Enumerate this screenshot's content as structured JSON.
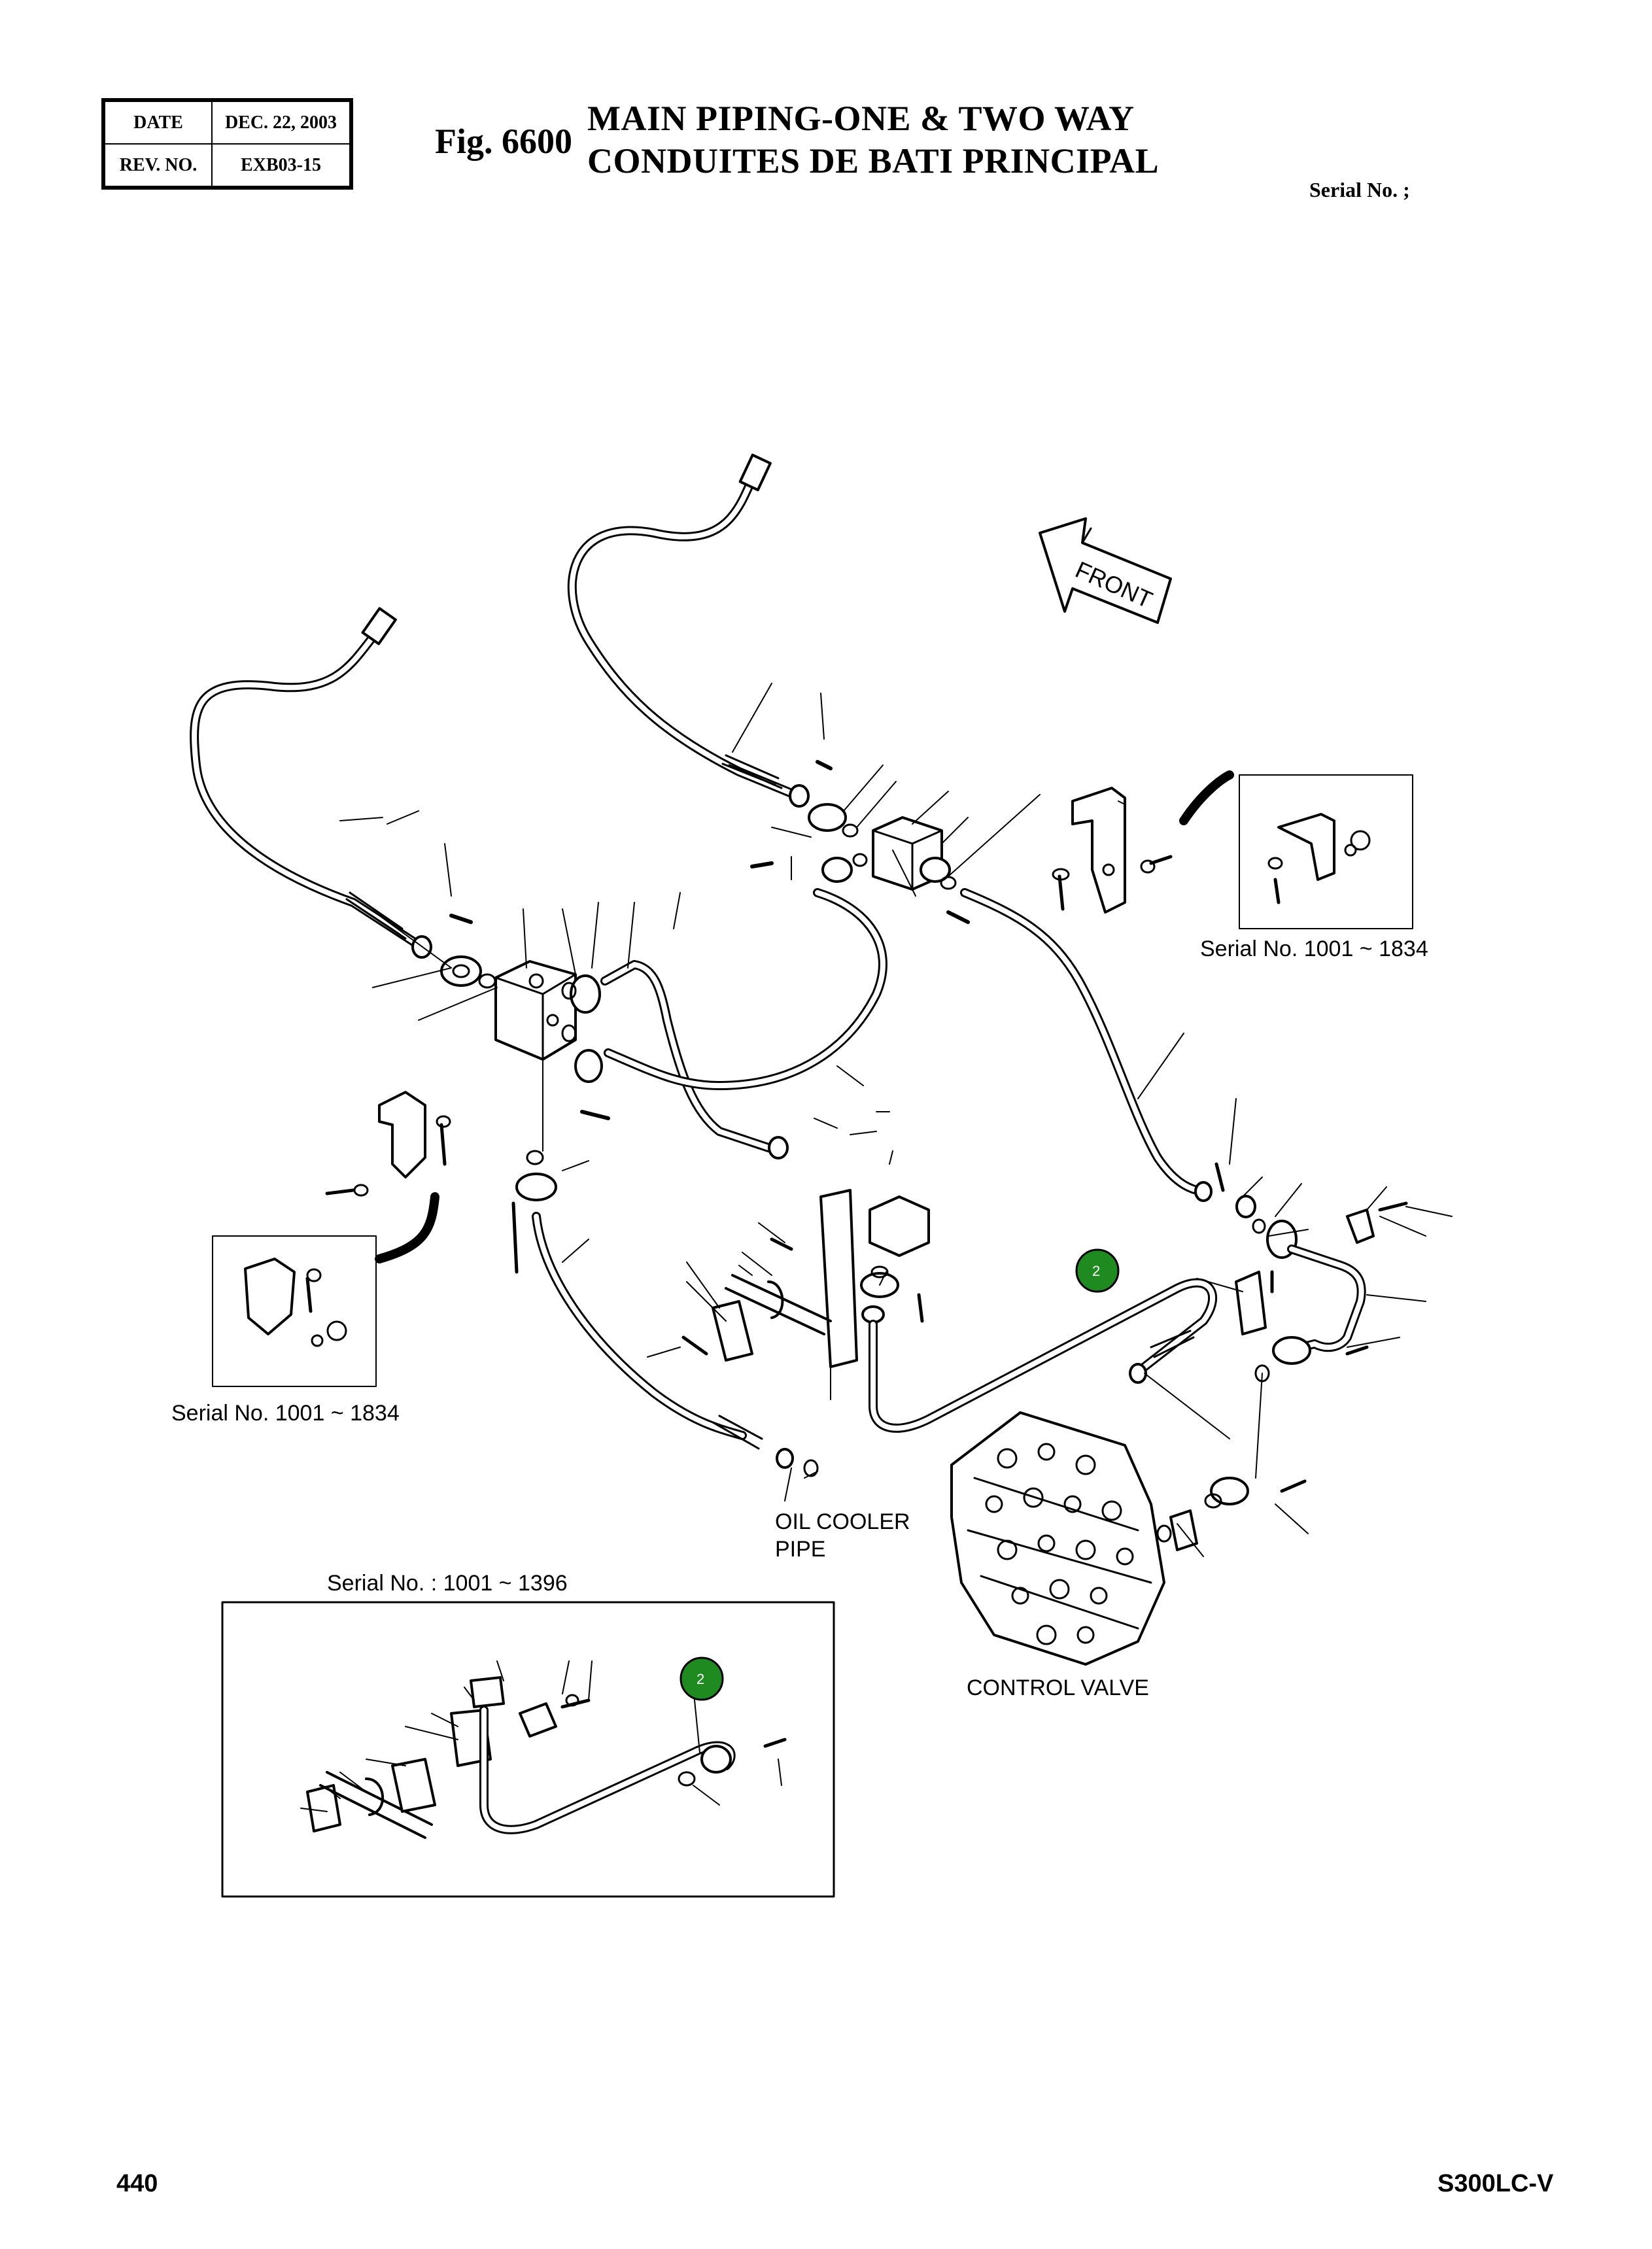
{
  "header": {
    "date_label": "DATE",
    "date_value": "DEC. 22, 2003",
    "rev_label": "REV. NO.",
    "rev_value": "EXB03-15",
    "fig_number": "Fig. 6600",
    "title_en": "MAIN PIPING-ONE & TWO WAY",
    "title_fr": "CONDUITES DE BATI PRINCIPAL",
    "serial_label": "Serial No. ;"
  },
  "diagram": {
    "front_label": "FRONT",
    "inset_right_serial": "Serial No. 1001 ~ 1834",
    "inset_left_serial": "Serial No. 1001 ~ 1834",
    "oil_cooler_label_line1": "OIL COOLER",
    "oil_cooler_label_line2": "PIPE",
    "control_valve_label": "CONTROL VALVE",
    "lower_inset_serial": "Serial No. : 1001 ~ 1396",
    "callouts": [
      "2",
      "2"
    ]
  },
  "footer": {
    "page_number": "440",
    "model": "S300LC-V"
  },
  "colors": {
    "callout_fill": "#1f8a1f",
    "line": "#000000"
  }
}
